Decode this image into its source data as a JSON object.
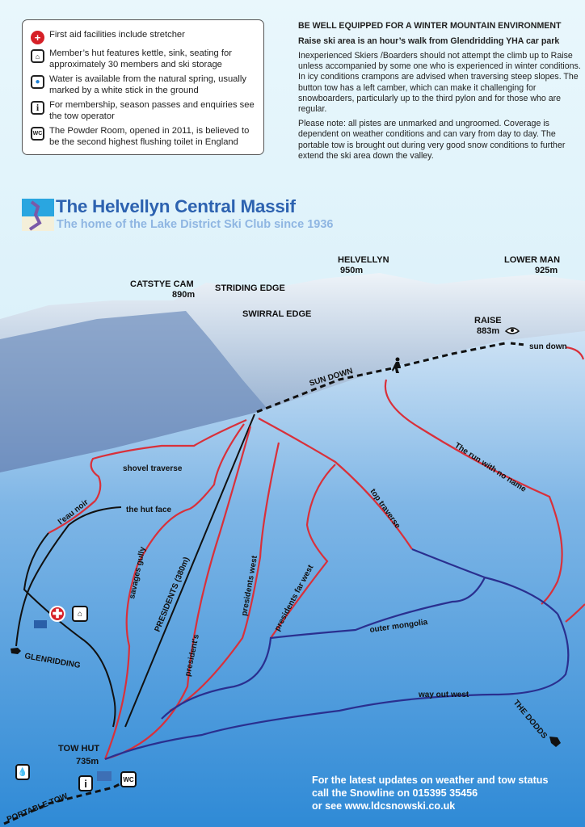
{
  "legend": {
    "items": [
      {
        "icon": "first-aid-icon",
        "text": "First aid facilities include stretcher"
      },
      {
        "icon": "hut-icon",
        "text": "Member’s hut features kettle, sink, seating for approximately 30 members and ski storage"
      },
      {
        "icon": "water-drop-icon",
        "text": "Water is available from the natural spring, usually marked by a white stick in the ground"
      },
      {
        "icon": "info-icon",
        "text": "For membership, season passes and enquiries see the tow operator"
      },
      {
        "icon": "wc-icon",
        "text": "The Powder Room, opened in 2011, is believed to be the second highest flushing toilet in England"
      }
    ]
  },
  "info": {
    "heading": "BE WELL EQUIPPED FOR A WINTER MOUNTAIN ENVIRONMENT",
    "subheading": "Raise ski area is an hour’s walk from Glendridding YHA car park",
    "para1": "Inexperienced Skiers /Boarders should not attempt the climb up to Raise unless accompanied by some one who is experienced in winter conditions. In icy conditions crampons are advised when traversing steep slopes. The button tow has a left camber, which can make it challenging for snowboarders, particularly up to the third pylon and for those who are regular.",
    "para2": "Please note: all pistes are unmarked and ungroomed. Coverage is dependent on weather conditions and can vary from day to day. The portable tow is brought out during very good snow conditions to further extend the ski area down the valley."
  },
  "header": {
    "title": "The Helvellyn Central Massif",
    "subtitle": "The home of the Lake District Ski Club since 1936"
  },
  "peaks": {
    "helvellyn": {
      "name": "HELVELLYN",
      "height": "950m"
    },
    "lower_man": {
      "name": "LOWER MAN",
      "height": "925m"
    },
    "catstye_cam": {
      "name": "CATSTYE  CAM",
      "height": "890m"
    },
    "striding_edge": "STRIDING EDGE",
    "swirral_edge": "SWIRRAL EDGE",
    "raise": {
      "name": "RAISE",
      "height": "883m"
    },
    "tow_hut": {
      "name": "TOW HUT",
      "height": "735m"
    }
  },
  "routes": {
    "sun_down_upper": "SUN DOWN",
    "sun_down_lower": "sun down",
    "run_no_name": "The run with no name",
    "shovel_traverse": "shovel traverse",
    "hut_face": "the hut face",
    "leau_noir": "l'eau noir",
    "top_traverse": "top traverse",
    "savages_gully": "savages gully",
    "presidents_tow": "PRESIDENTS (380m)",
    "presidents": "president's",
    "presidents_west": "presidents west",
    "presidents_far_west": "presidents far west",
    "outer_mongolia": "outer mongolia",
    "way_out_west": "way out west",
    "glenridding": "GLENRIDDING",
    "the_dodds": "THE DODDS",
    "portable_tow": "PORTABLE TOW"
  },
  "colors": {
    "red_piste": "#d9303a",
    "blue_piste": "#2a2f8f",
    "tow": "#111111",
    "title": "#2d62b0"
  },
  "map_icons": {
    "info": "i",
    "wc": "WC"
  },
  "footer": {
    "line1": "For the latest updates on weather and tow status",
    "line2": "call the Snowline on 015395 35456",
    "line3": "or see www.ldcsnowski.co.uk"
  }
}
